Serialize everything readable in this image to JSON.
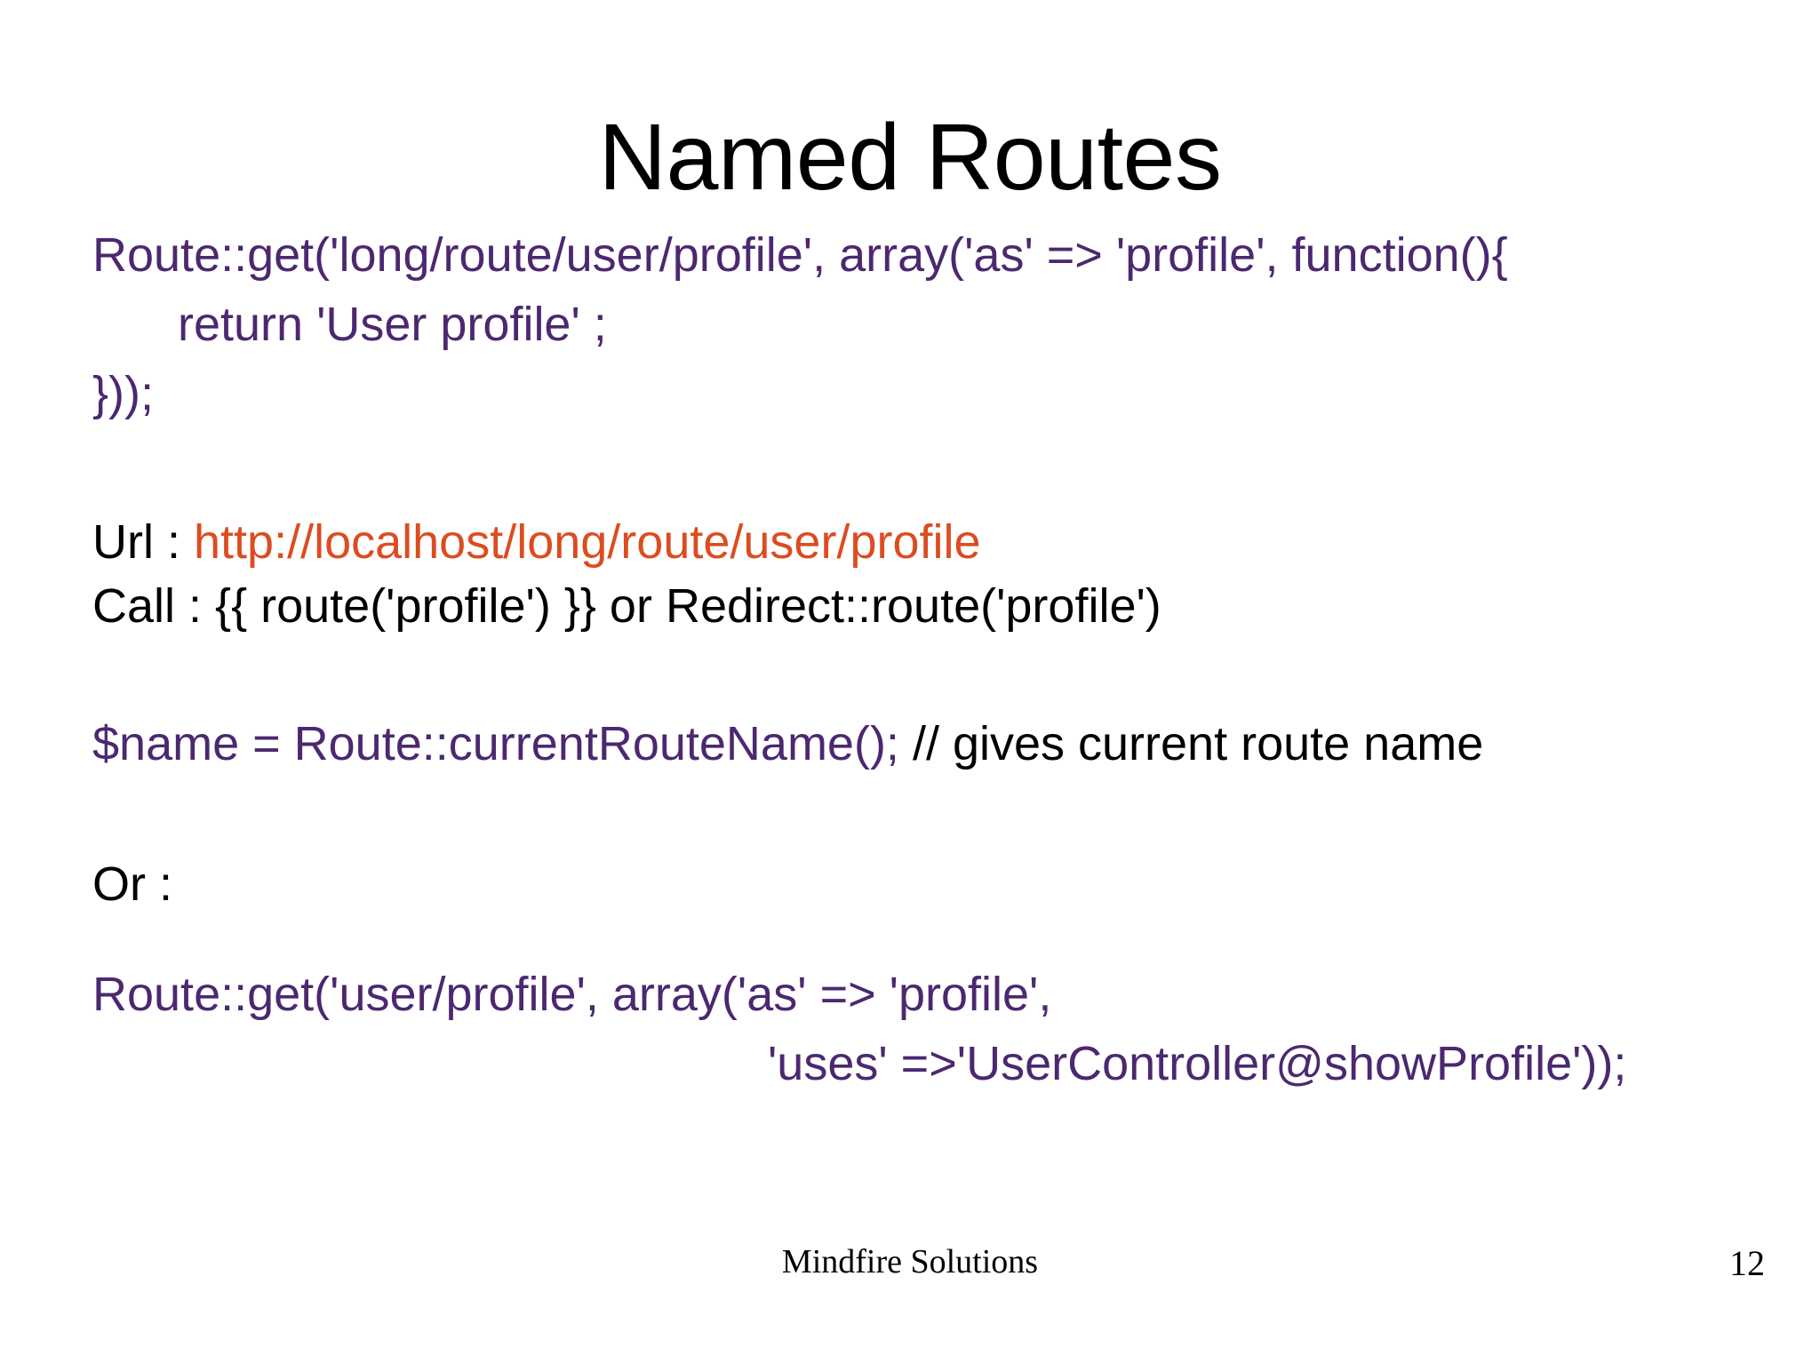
{
  "slide": {
    "title": "Named Routes",
    "code_block_1": {
      "line1": "Route::get('long/route/user/profile', array('as' => 'profile', function(){",
      "line2": "return 'User profile' ;",
      "line3": "}));"
    },
    "url_line": {
      "label": "Url : ",
      "value": "http://localhost/long/route/user/profile"
    },
    "call_line": {
      "text": "Call : {{ route('profile') }} or Redirect::route('profile')"
    },
    "current_route_line": {
      "code": "$name = Route::currentRouteName();",
      "comment": " // gives current route name"
    },
    "or_label": "Or :",
    "code_block_2": {
      "line1": "Route::get('user/profile', array('as' => 'profile',",
      "line2": "'uses' =>'UserController@showProfile'));"
    },
    "footer": {
      "organization": "Mindfire Solutions",
      "page_number": "12"
    },
    "colors": {
      "code_purple": "#4B2870",
      "url_orange": "#DC4C20",
      "text_black": "#000000",
      "background": "#FFFFFF"
    }
  }
}
